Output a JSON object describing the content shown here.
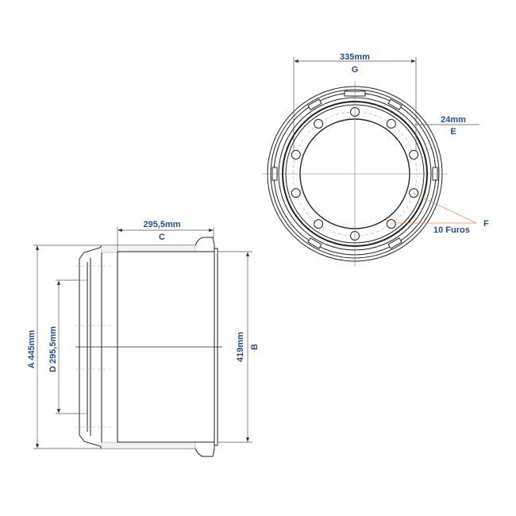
{
  "title": "Brake drum technical drawing",
  "colors": {
    "label": "#1f4e9c",
    "leader": "#f08a4b",
    "line": "#222222"
  },
  "front_view": {
    "g": {
      "value": "335mm",
      "letter": "G"
    },
    "e": {
      "value": "24mm",
      "letter": "E"
    },
    "f": {
      "letter": "F",
      "note": "10 Furos"
    },
    "bolt_hole_count": 10
  },
  "side_view": {
    "c": {
      "value": "295,5mm",
      "letter": "C"
    },
    "a": {
      "text": "A  445mm"
    },
    "d": {
      "text": "D  295,5mm"
    },
    "b": {
      "value": "419mm",
      "letter": "B"
    }
  }
}
